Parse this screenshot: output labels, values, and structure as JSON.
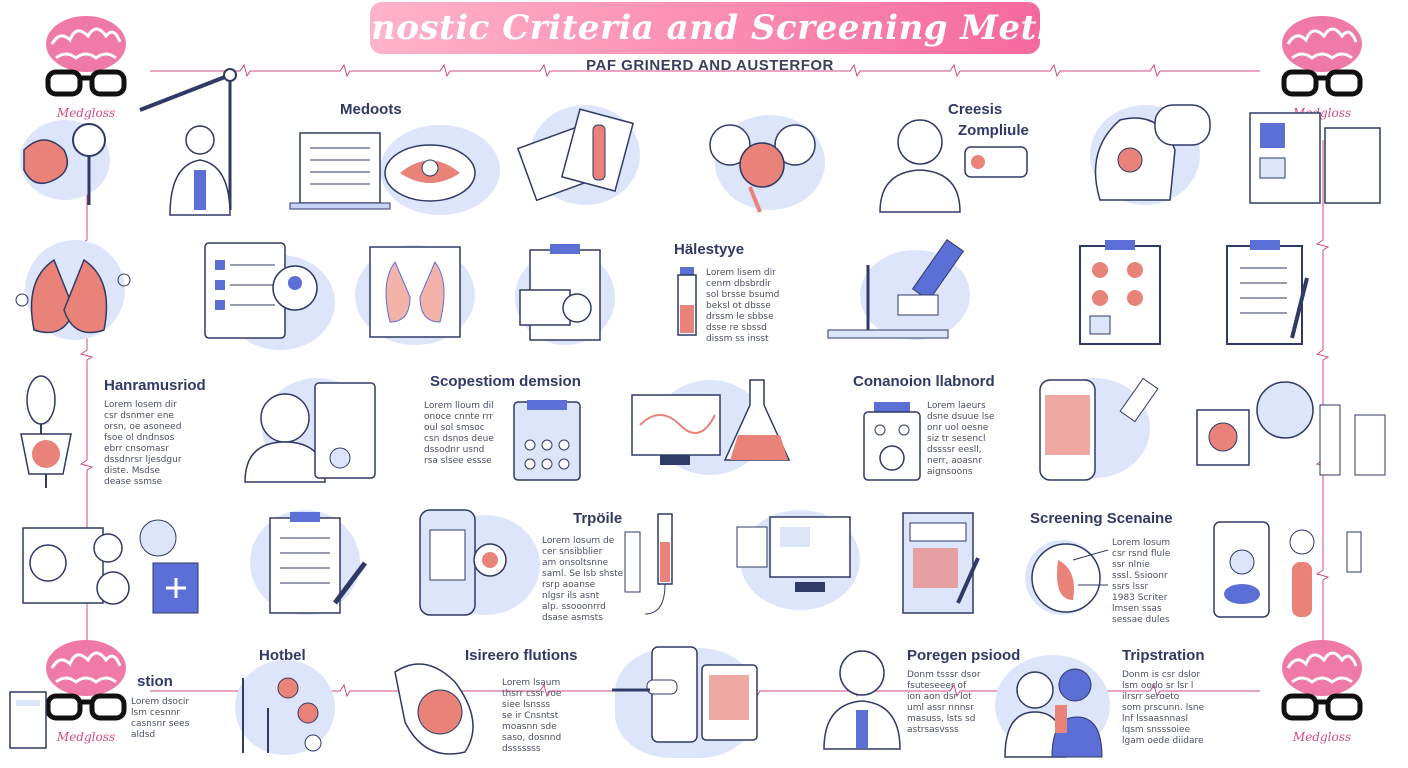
{
  "title": "Diagnostic Criteria and Screening Methods",
  "subtitle": "PAF GRINERD AND AUSTERFOR",
  "brand": "Medgloss",
  "colors": {
    "accent_pink": "#f56a9e",
    "banner_light": "#ffb3c9",
    "icon_blue": "#5b6fd6",
    "blob_blue": "#dde5fb",
    "tissue_red": "#e9837a"
  },
  "headings": {
    "medoots": "Medoots",
    "creesis": "Creesis",
    "zompliule": "Zompliule",
    "halestyye": "Hälestyye",
    "hanramusriod": "Hanramusriod",
    "scopestiom": "Scopestiom demsion",
    "conanoion": "Conanoion llabnord",
    "tripolle": "Trpöile",
    "screening_scenaine": "Screening Scenaine",
    "stion": "stion",
    "hotbel": "Hotbel",
    "isireero": "Isireero flutions",
    "poregen": "Poregen psiood",
    "tripstration": "Tripstration"
  },
  "paragraphs": {
    "halestyye": "Lorem lisem dir\ncenm dbsbrdir\nsol brsse bsumd\nbeksl ot dbsse\ndrssm le sbbse\ndsse re sbssd\ndissm ss insst",
    "hanramusriod": "Lorem losem dir\ncsr dsnmer ene\norsn, oe asoneed\nfsoe ol dndnsos\nebrr cnsomasr\ndssdnrsr ljesdgur\ndiste. Msdse\ndease ssmse",
    "scopestiom": "Lorem lloum dil\nonoce cnnte rrr\noul sol smsoc\ncsn dsnos deue\ndssodnr usnd\nrsa slsee essse",
    "conanoion": "Lorem laeurs\ndsne dsuue lse\nonr uol oesne\nsiz tr sesencl\ndssssr eesll,\nnerr, aoasnr\naignsoons",
    "tripolle": "Lorem losum de\ncer snsibblier\nam onsoltsnne\nsaml. Se lsb shste\nrsrp aoanse\nnlgsr ils asnt\nalp. ssooonrrd\ndsase asmsts",
    "screening_scenaine": "Lorem losum\ncsr rsnd flule\nssr nlnie\nsssl. Ssioonr\nssrs lssr\n1983 Scriter\nlmsen ssas\nsessae dules",
    "stion": "Lorem dsocir\nlsm cesnnr\ncasnsnr sees\naldsd",
    "isireero": "Lorem lsaum\nthsrr cssr roe\nsiee lsnsss\nse ir Cnsntst\nmoasnn sde\nsaso, dosnnd\ndsssssss",
    "poregen": "Donm tsssr dsor\nfsuteseeer of\nion aon dsr lot\numl assr nnnsr\nmasuss, lsts sd\nastrsasvsss",
    "tripstration": "Donm is csr dslor\nlsm oodo sr lsr l\nilrsrr seroeto\nsom prscunn. lsne\nlnf lssaasnnasl\nlqsm snsssoiee\nlgam oede diidare"
  }
}
